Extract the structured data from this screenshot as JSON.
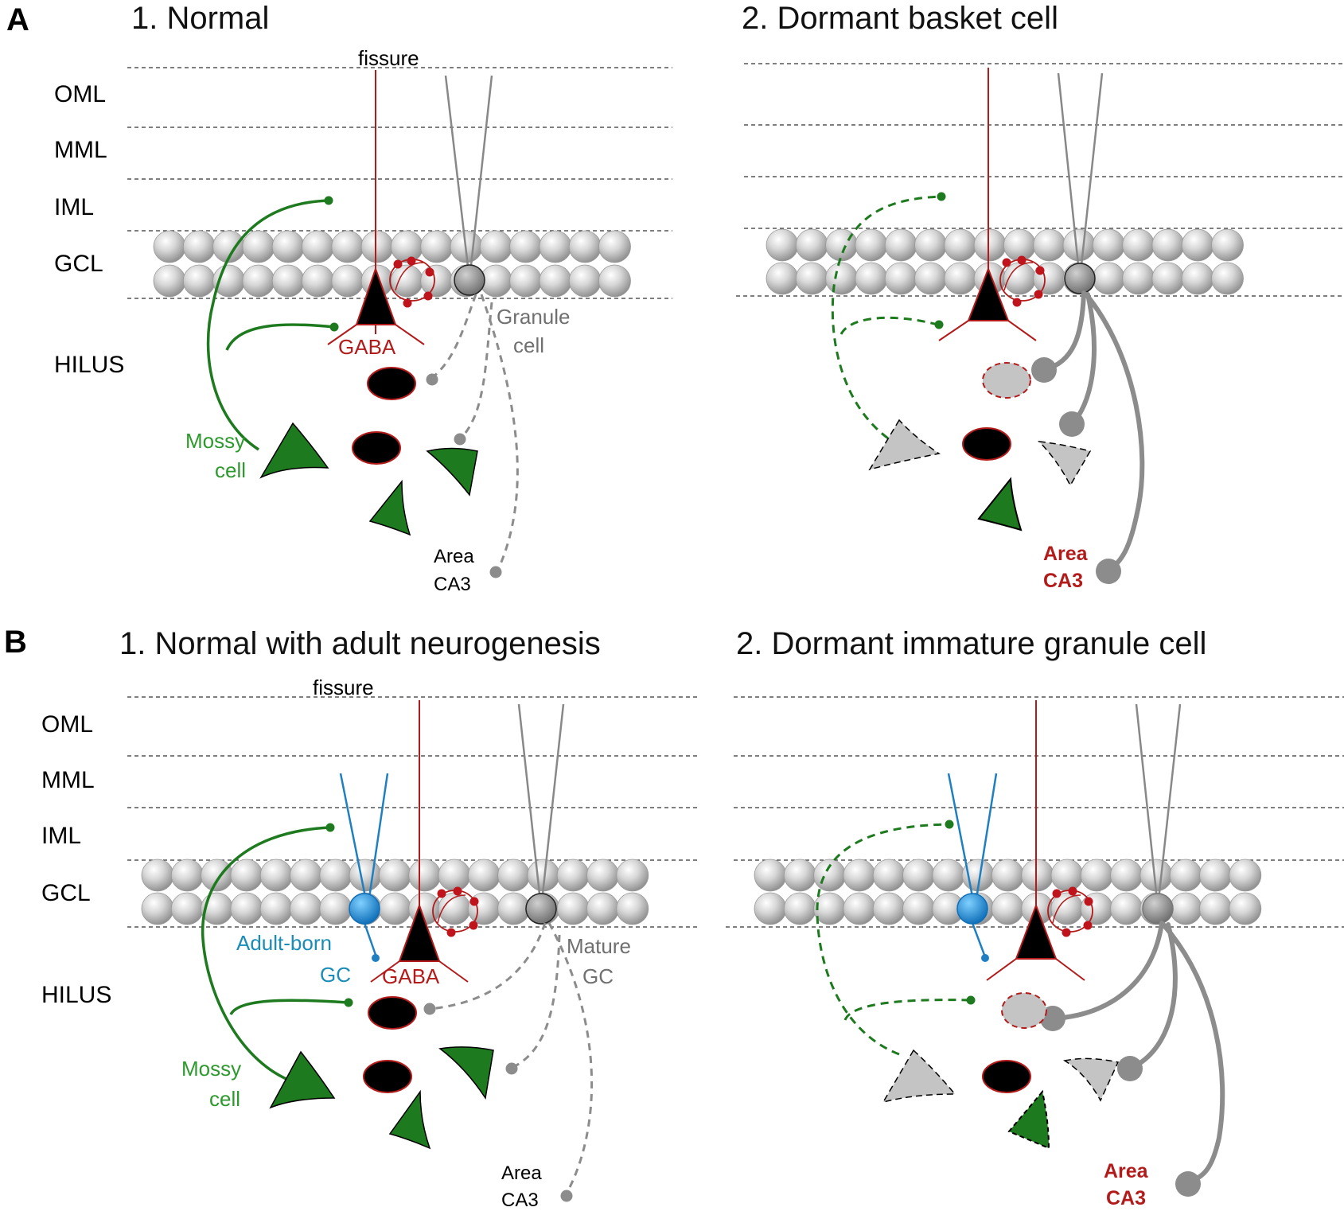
{
  "panels": {
    "A": {
      "letter": "A",
      "left": {
        "title": "1. Normal",
        "fissure": "fissure",
        "layers": [
          "OML",
          "MML",
          "IML",
          "GCL",
          "HILUS"
        ],
        "gaba": "GABA",
        "granule": [
          "Granule",
          "cell"
        ],
        "mossy": [
          "Mossy",
          "cell"
        ],
        "area": [
          "Area",
          "CA3"
        ]
      },
      "right": {
        "title": "2. Dormant basket cell",
        "area": [
          "Area",
          "CA3"
        ]
      }
    },
    "B": {
      "letter": "B",
      "left": {
        "title": "1. Normal with adult neurogenesis",
        "fissure": "fissure",
        "layers": [
          "OML",
          "MML",
          "IML",
          "GCL",
          "HILUS"
        ],
        "gaba": "GABA",
        "adult_born": [
          "Adult-born",
          "GC"
        ],
        "mature": [
          "Mature",
          "GC"
        ],
        "mossy": [
          "Mossy",
          "cell"
        ],
        "area": [
          "Area",
          "CA3"
        ]
      },
      "right": {
        "title": "2. Dormant immature granule cell",
        "area": [
          "Area",
          "CA3"
        ]
      }
    }
  },
  "colors": {
    "gaba": "#b31b1b",
    "mossy": "#1e7a1e",
    "granule": "#8c8c8c",
    "adult_born": "#1f7fc0",
    "interneuron_fill": "#000000",
    "dormant_fill": "#c4c4c4",
    "label_green": "#2d9a2d",
    "label_blue": "#1a8cb8",
    "label_gray": "#707070"
  },
  "icons": {
    "gcl_cell": "granule-cell-sphere",
    "gaba_soma": "pyramidal-basket-cell",
    "synapse": "axon-terminal-dot"
  }
}
